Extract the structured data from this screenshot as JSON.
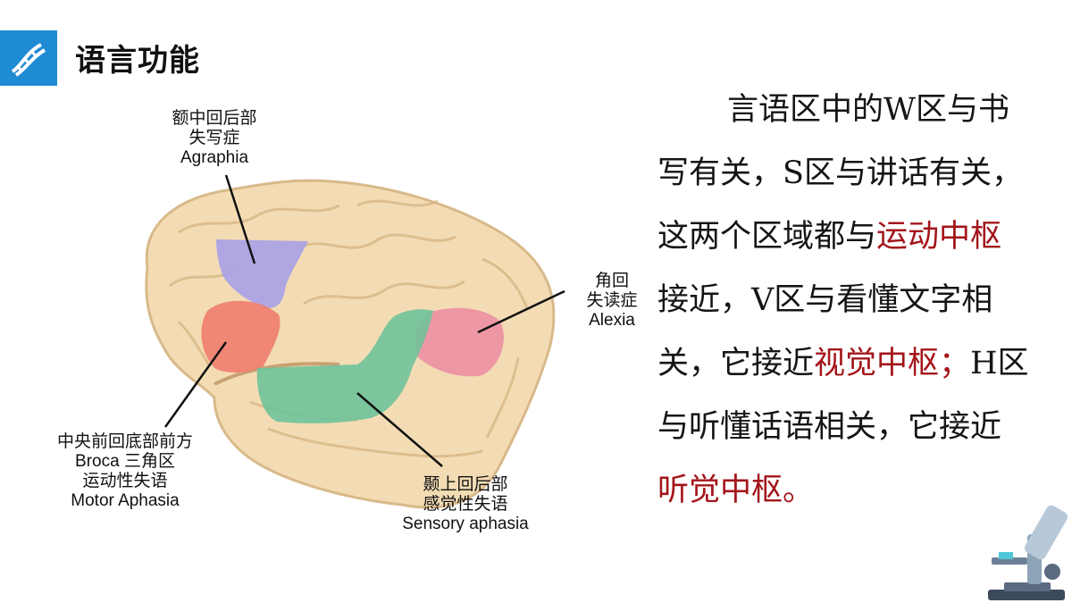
{
  "header": {
    "title": "语言功能",
    "icon": "dna-icon"
  },
  "labels": {
    "w": {
      "line1": "额中回后部",
      "line2": "失写症",
      "line3": "Agraphia"
    },
    "v": {
      "line1": "角回",
      "line2": "失读症",
      "line3": "Alexia"
    },
    "s": {
      "line1": "中央前回底部前方",
      "line2": "Broca 三角区",
      "line3": "运动性失语",
      "line4": "Motor Aphasia"
    },
    "h": {
      "line1": "颞上回后部",
      "line2": "感觉性失语",
      "line3": "Sensory aphasia"
    }
  },
  "description": {
    "p1": "言语区中的W区与书写有关，S区与讲话有关，这两个区域都与",
    "hl1": "运动中枢",
    "p2": "接近，V区与看懂文字相关，它接近",
    "hl2": "视觉中枢；",
    "p3": "H区与听懂话语相关，它接近",
    "hl3": "听觉中枢。"
  },
  "colors": {
    "accent": "#1e8bd3",
    "highlight": "#a3161b",
    "region_w": "#a9a0e6",
    "region_s": "#ef7d6e",
    "region_v": "#ec8fa3",
    "region_h": "#6fc29a",
    "brain": "#f3dcb4"
  }
}
